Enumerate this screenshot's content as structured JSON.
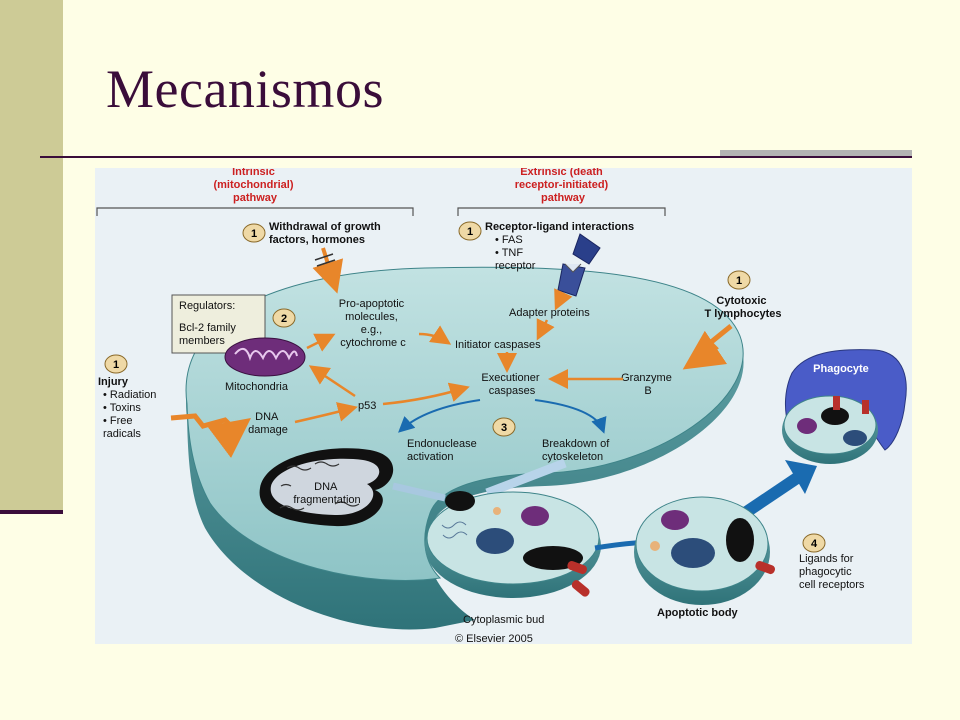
{
  "slide": {
    "title": "Mecanismos"
  },
  "figure": {
    "intrinsic_header": [
      "Intrinsic",
      "(mitochondrial)",
      "pathway"
    ],
    "extrinsic_header": [
      "Extrinsic (death",
      "receptor-initiated)",
      "pathway"
    ],
    "withdrawal": [
      "Withdrawal of growth",
      "factors, hormones"
    ],
    "receptor_title": "Receptor-ligand interactions",
    "receptor_items": [
      "• FAS",
      "• TNF",
      "  receptor"
    ],
    "regulators": [
      "Regulators:",
      "Bcl-2 family",
      "members"
    ],
    "pro_apoptotic": [
      "Pro-apoptotic",
      "molecules,",
      "e.g.,",
      "cytochrome c"
    ],
    "adapter": "Adapter proteins",
    "initiator": "Initiator caspases",
    "executioner": [
      "Executioner",
      "caspases"
    ],
    "cytotoxic": [
      "Cytotoxic",
      "T lymphocytes"
    ],
    "granzyme": [
      "Granzyme",
      "B"
    ],
    "mitochondria": "Mitochondria",
    "injury_title": "Injury",
    "injury_items": [
      "• Radiation",
      "• Toxins",
      "• Free",
      "  radicals"
    ],
    "dna_damage": [
      "DNA",
      "damage"
    ],
    "p53": "p53",
    "endonuclease": [
      "Endonuclease",
      "activation"
    ],
    "cytoskeleton": [
      "Breakdown of",
      "cytoskeleton"
    ],
    "dna_frag": [
      "DNA",
      "fragmentation"
    ],
    "phagocyte": "Phagocyte",
    "ligands": [
      "Ligands for",
      "phagocytic",
      "cell receptors"
    ],
    "cytoplasmic_bud": "Cytoplasmic bud",
    "apoptotic_body": "Apoptotic body",
    "copyright": "© Elsevier 2005",
    "step_labels": {
      "s1": "1",
      "s2": "2",
      "s3": "3",
      "s4": "4"
    }
  },
  "colors": {
    "title": "#3a0d3a",
    "header_red": "#cc2020",
    "arrow_orange": "#e8862a",
    "arrow_blue": "#1a6bb0",
    "cell": "#a8d3d3",
    "figure_bg": "#eaf1f5"
  }
}
